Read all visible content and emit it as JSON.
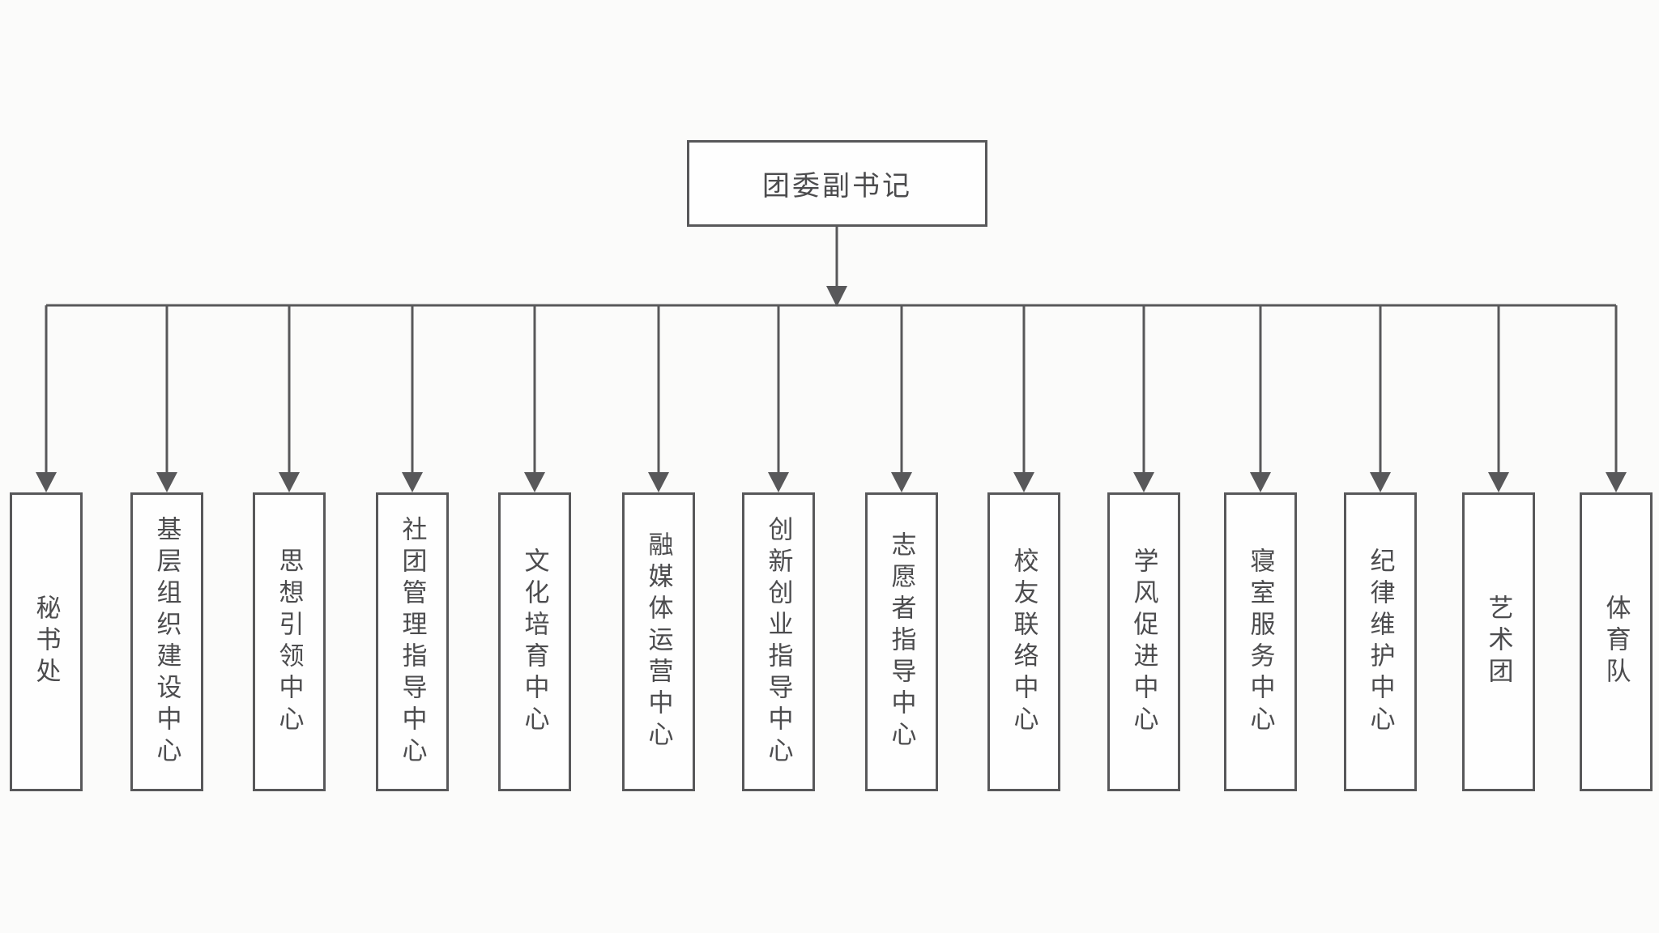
{
  "diagram": {
    "type": "org-chart",
    "root": {
      "label": "团委副书记"
    },
    "children": [
      {
        "label": "秘书处"
      },
      {
        "label": "基层组织建设中心"
      },
      {
        "label": "思想引领中心"
      },
      {
        "label": "社团管理指导中心"
      },
      {
        "label": "文化培育中心"
      },
      {
        "label": "融媒体运营中心"
      },
      {
        "label": "创新创业指导中心"
      },
      {
        "label": "志愿者指导中心"
      },
      {
        "label": "校友联络中心"
      },
      {
        "label": "学风促进中心"
      },
      {
        "label": "寝室服务中心"
      },
      {
        "label": "纪律维护中心"
      },
      {
        "label": "艺术团"
      },
      {
        "label": "体育队"
      }
    ],
    "colors": {
      "line": "#58585a",
      "arrow": "#58585a",
      "text": "#4c4c4e",
      "box_fill": "#fefefe",
      "background": "#fbfbfa"
    }
  }
}
